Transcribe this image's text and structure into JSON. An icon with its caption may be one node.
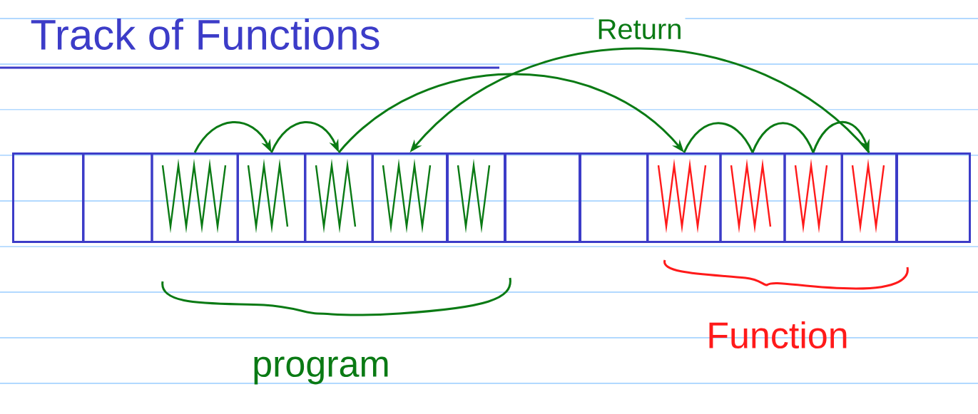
{
  "diagram": {
    "title": "Track of Functions",
    "nodes": [
      {
        "text": [],
        "shape": "box"
      },
      {
        "text": [],
        "shape": "box"
      },
      {
        "text": [],
        "shape": "box"
      },
      {
        "text": [],
        "shape": "box"
      },
      {
        "text": [],
        "shape": "box"
      },
      {
        "text": [],
        "shape": "box"
      },
      {
        "text": [],
        "shape": "box"
      },
      {
        "text": [],
        "shape": "box"
      },
      {
        "text": [],
        "shape": "box"
      },
      {
        "text": [],
        "shape": "box"
      },
      {
        "text": [],
        "shape": "box"
      },
      {
        "text": [],
        "shape": "box"
      },
      {
        "text": [],
        "shape": "box"
      },
      {
        "text": [],
        "shape": "box"
      }
    ],
    "edges": [
      {
        "from": 2,
        "to": 3,
        "arrow": "to"
      },
      {
        "from": 3,
        "to": 4,
        "arrow": "to"
      },
      {
        "from": 4,
        "to": 9,
        "arrow": "to"
      },
      {
        "from": 9,
        "to": 10,
        "arrow": "none"
      },
      {
        "from": 10,
        "to": 11,
        "arrow": "none"
      },
      {
        "from": 11,
        "to": 12,
        "arrow": "to"
      },
      {
        "from": 12,
        "to": 5,
        "arrow": "to",
        "label": "Return"
      }
    ],
    "labels": [
      "program",
      "Function"
    ]
  }
}
